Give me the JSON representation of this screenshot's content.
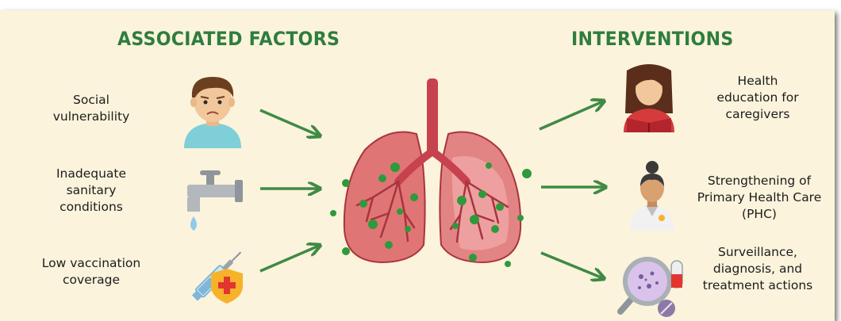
{
  "headings": {
    "left": "ASSOCIATED FACTORS",
    "right": "INTERVENTIONS"
  },
  "factors": [
    {
      "label": "Social vulnerability",
      "icon": "worried-person-icon"
    },
    {
      "label": "Inadequate sanitary conditions",
      "icon": "dripping-faucet-icon"
    },
    {
      "label": "Low vaccination coverage",
      "icon": "vaccine-syringe-shield-icon"
    }
  ],
  "interventions": [
    {
      "label": "Health education for caregivers",
      "icon": "caregiver-reading-icon"
    },
    {
      "label": "Strengthening of Primary Health Care (PHC)",
      "icon": "nurse-icon"
    },
    {
      "label": "Surveillance, diagnosis, and treatment actions",
      "icon": "petri-dish-magnifier-icon"
    }
  ],
  "center": {
    "icon": "infected-lungs-icon"
  },
  "colors": {
    "heading": "#2f7d3e",
    "arrow": "#3f8a45",
    "background": "#fbf3dc",
    "lung": "#e07575",
    "lung_dark": "#a8343e",
    "virus": "#2e9a3c"
  }
}
